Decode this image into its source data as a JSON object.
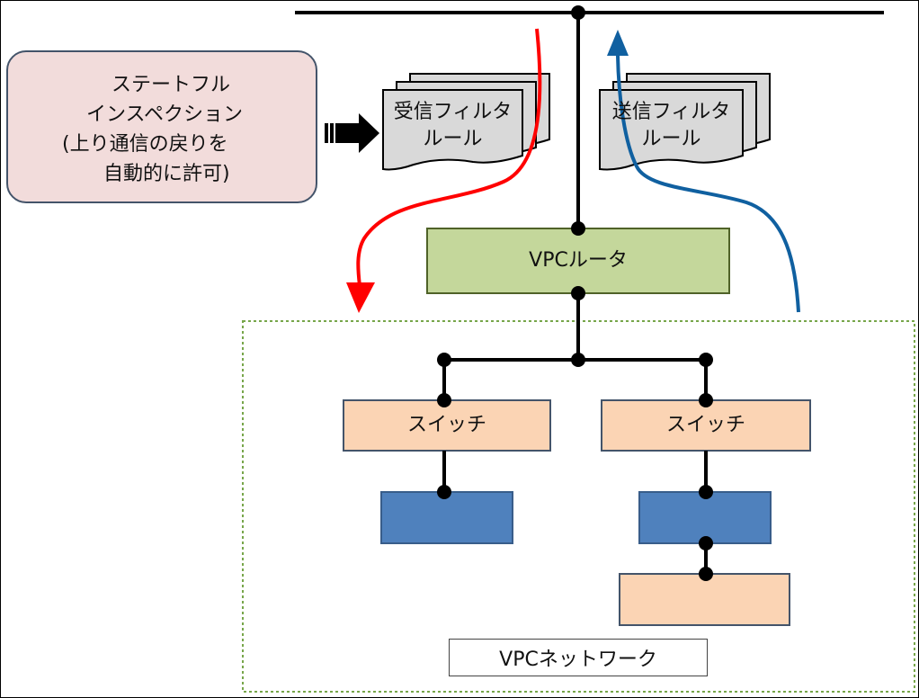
{
  "stateful_note": {
    "line1": "ステートフル",
    "line2": "インスペクション",
    "line3": "(上り通信の戻りを",
    "line4": "自動的に許可)"
  },
  "inbound_filter": {
    "line1": "受信フィルタ",
    "line2": "ルール"
  },
  "outbound_filter": {
    "line1": "送信フィルタ",
    "line2": "ルール"
  },
  "router": {
    "label": "VPCルータ"
  },
  "switch_left": {
    "label": "スイッチ"
  },
  "switch_right": {
    "label": "スイッチ"
  },
  "network": {
    "label": "VPCネットワーク"
  },
  "colors": {
    "inbound_arrow": "#ff0000",
    "outbound_arrow": "#1060a0",
    "router_fill": "#c4d79b",
    "switch_fill": "#fbd4b4",
    "server_fill": "#4f81bd",
    "network_border": "#77a64a",
    "stateful_fill": "#f2dcdb"
  }
}
